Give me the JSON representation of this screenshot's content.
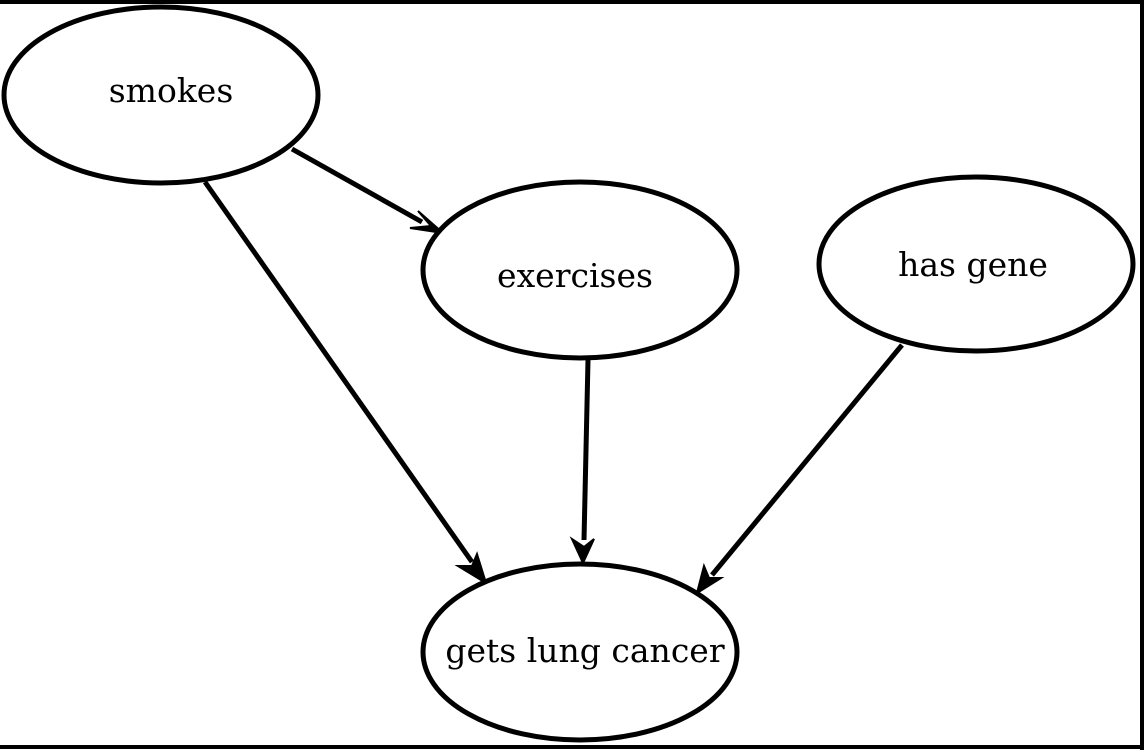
{
  "diagram": {
    "type": "directed-graph",
    "nodes": [
      {
        "id": "smokes",
        "label": "smokes"
      },
      {
        "id": "exercises",
        "label": "exercises"
      },
      {
        "id": "has_gene",
        "label": "has gene"
      },
      {
        "id": "lung_cancer",
        "label": "gets lung cancer"
      }
    ],
    "edges": [
      {
        "from": "smokes",
        "to": "exercises"
      },
      {
        "from": "smokes",
        "to": "lung_cancer"
      },
      {
        "from": "exercises",
        "to": "lung_cancer"
      },
      {
        "from": "has_gene",
        "to": "lung_cancer"
      }
    ],
    "colors": {
      "stroke": "#000000",
      "fill": "#ffffff",
      "text": "#000000"
    }
  }
}
